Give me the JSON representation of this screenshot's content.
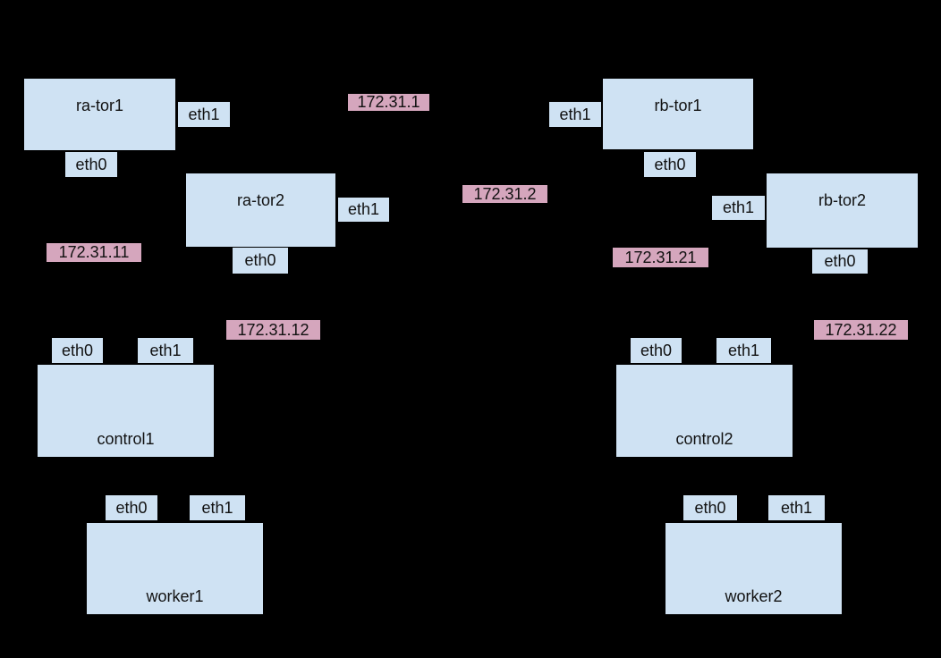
{
  "colors": {
    "background": "#000000",
    "node_fill": "#cfe2f3",
    "node_border": "#000000",
    "ip_fill": "#d5a6bd",
    "text": "#111111"
  },
  "nodes": {
    "ra_tor1": {
      "label": "ra-tor1",
      "eth0": "eth0",
      "eth1": "eth1"
    },
    "ra_tor2": {
      "label": "ra-tor2",
      "eth0": "eth0",
      "eth1": "eth1"
    },
    "rb_tor1": {
      "label": "rb-tor1",
      "eth0": "eth0",
      "eth1": "eth1"
    },
    "rb_tor2": {
      "label": "rb-tor2",
      "eth0": "eth0",
      "eth1": "eth1"
    },
    "control1": {
      "label": "control1",
      "eth0": "eth0",
      "eth1": "eth1"
    },
    "control2": {
      "label": "control2",
      "eth0": "eth0",
      "eth1": "eth1"
    },
    "worker1": {
      "label": "worker1",
      "eth0": "eth0",
      "eth1": "eth1"
    },
    "worker2": {
      "label": "worker2",
      "eth0": "eth0",
      "eth1": "eth1"
    }
  },
  "ip_labels": {
    "ip_172_31_1": "172.31.1",
    "ip_172_31_2": "172.31.2",
    "ip_172_31_11": "172.31.11",
    "ip_172_31_12": "172.31.12",
    "ip_172_31_21": "172.31.21",
    "ip_172_31_22": "172.31.22"
  }
}
